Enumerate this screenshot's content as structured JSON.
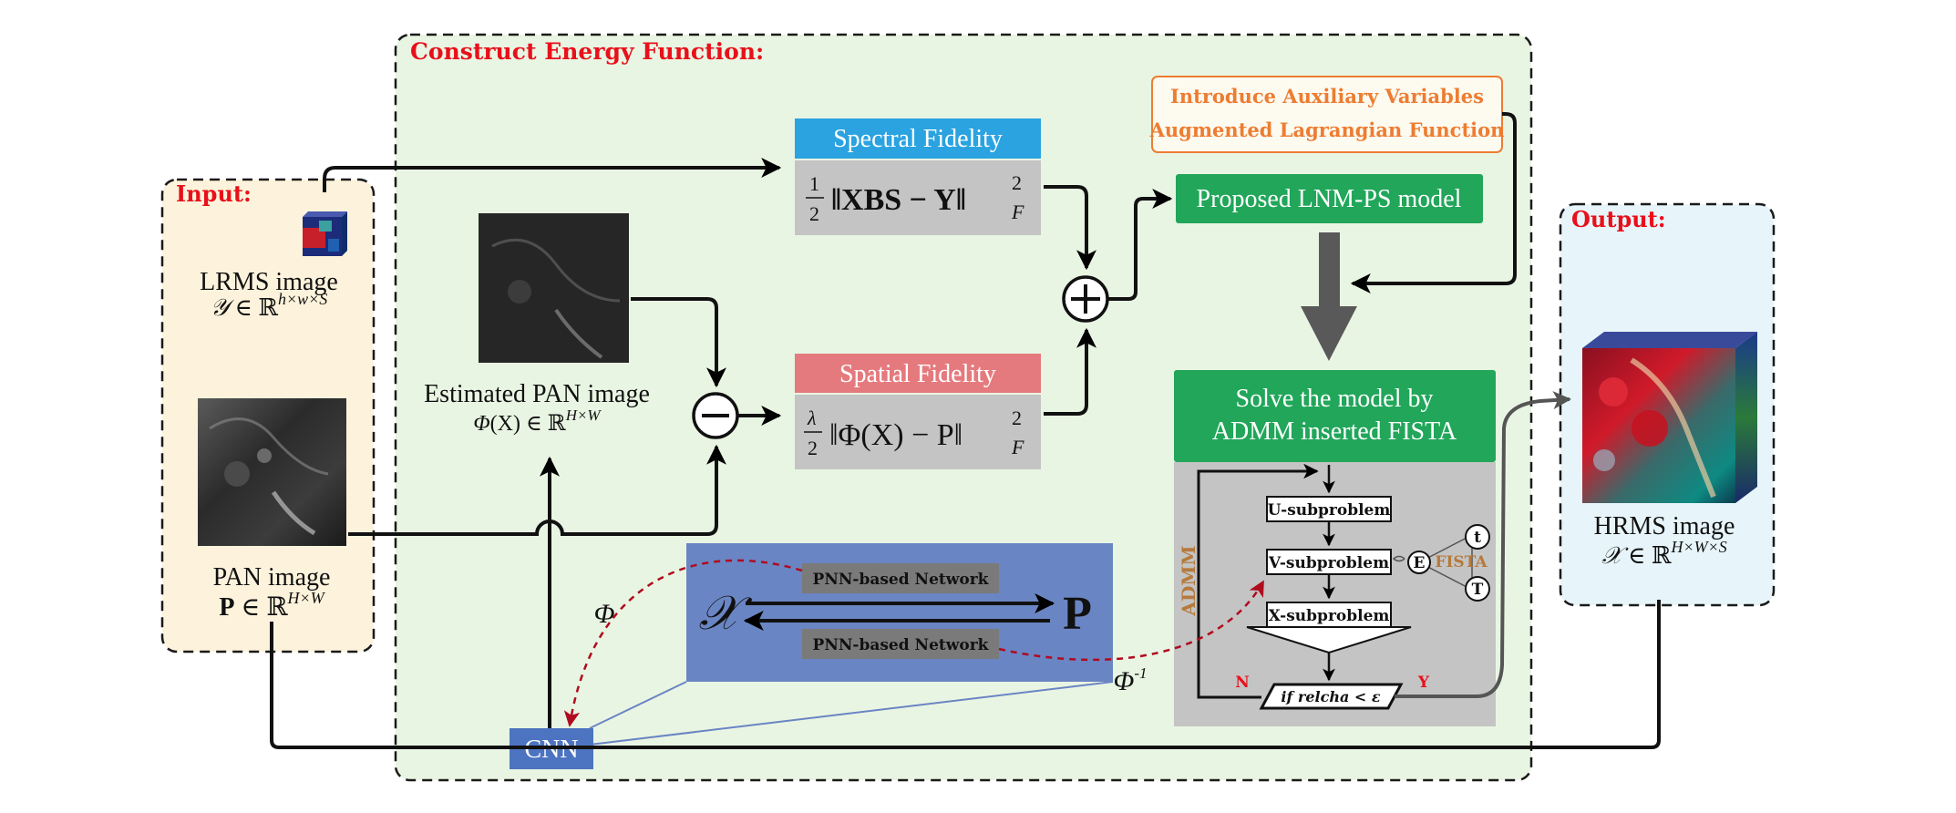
{
  "construct": {
    "title": "Construct Energy Function:"
  },
  "input": {
    "title": "Input:",
    "lrms_label": "LRMS image",
    "lrms_math_symbol": "𝒴",
    "lrms_math_rest": " ∈ ℝ",
    "lrms_math_sup": "h×w×S",
    "pan_label": "PAN image",
    "pan_math_symbol": "P",
    "pan_math_rest": " ∈ ℝ",
    "pan_math_sup": "H×W"
  },
  "estimated": {
    "label": "Estimated PAN image",
    "math_symbol": "Φ",
    "math_rest": "(X) ∈ ℝ",
    "math_sup": "H×W"
  },
  "spectral": {
    "title": "Spectral Fidelity",
    "formula_body": "‖XBS − Y‖",
    "formula_sup": "2",
    "formula_sub": "F"
  },
  "spatial": {
    "title": "Spatial Fidelity",
    "formula_body": "‖Φ(X) − P‖",
    "formula_sup": "2",
    "formula_sub": "F"
  },
  "auxiliary": {
    "line1": "Introduce Auxiliary Variables",
    "line2": "Augmented Lagrangian Function"
  },
  "model": {
    "label": "Proposed LNM-PS model"
  },
  "solve": {
    "line1": "Solve the model by",
    "line2": "ADMM inserted FISTA"
  },
  "admm": {
    "side_label": "ADMM",
    "u_sub": "U-subproblem",
    "v_sub": "V-subproblem",
    "x_sub": "X-subproblem",
    "condition": "if relcha < ε",
    "n_label": "N",
    "y_label": "Y",
    "fista_label": "FISTA",
    "fista_e": "E",
    "fista_t_small": "t",
    "fista_t_big": "T"
  },
  "network": {
    "top_label": "PNN-based Network",
    "bottom_label": "PNN-based Network",
    "left_symbol": "𝒳",
    "right_symbol": "P",
    "phi": "Φ",
    "phi_inv_base": "Φ",
    "phi_inv_sup": "-1",
    "cnn": "CNN"
  },
  "output": {
    "title": "Output:",
    "hrms_label": "HRMS image",
    "hrms_math_symbol": "𝒳",
    "hrms_math_rest": " ∈ ℝ",
    "hrms_math_sup": "H×W×S"
  },
  "colors": {
    "red_title": "#e8101a",
    "orange_text": "#ed7d31",
    "spectral_blue": "#2aa3e0",
    "spatial_pink": "#e57a7e",
    "green_box": "#21a65a",
    "network_blue": "#6a85c3",
    "admm_brown": "#b57a3c",
    "dashed_red": "#b00b1e"
  }
}
